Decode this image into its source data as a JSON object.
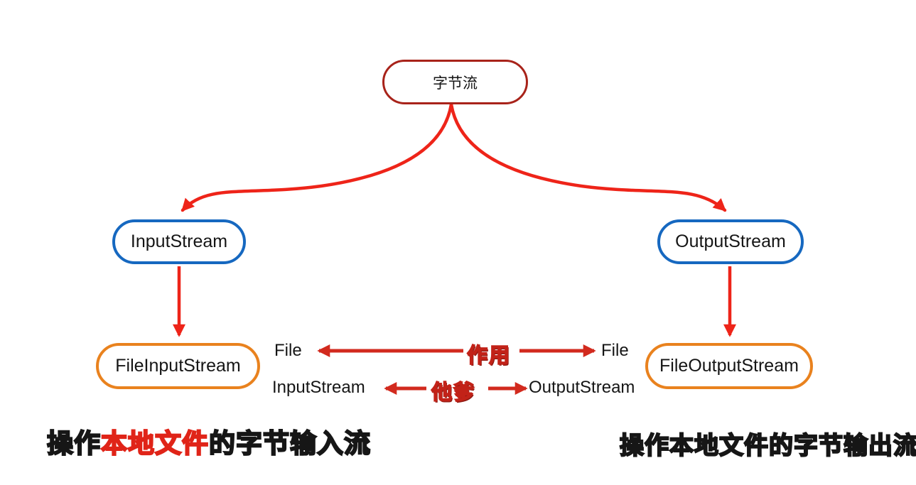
{
  "colors": {
    "root_border": "#a8231a",
    "branch_border": "#1668c0",
    "leaf_border": "#e9821e",
    "curve_arrow": "#ee2419",
    "relation_arrow": "#d22a1e",
    "relation_label": "#c42119",
    "caption_highlight": "#e02418",
    "text": "#151515"
  },
  "nodes": {
    "root": {
      "label": "字节流"
    },
    "input_stream": {
      "label": "InputStream"
    },
    "output_stream": {
      "label": "OutputStream"
    },
    "file_input_stream": {
      "label": "FileInputStream"
    },
    "file_output_stream": {
      "label": "FileOutputStream"
    }
  },
  "relations": [
    {
      "left": "File",
      "center": "作用",
      "right": "File"
    },
    {
      "left": "InputStream",
      "center": "他爹",
      "right": "OutputStream"
    }
  ],
  "captions": {
    "left_prefix": "操作",
    "left_highlight": "本地文件",
    "left_suffix": "的字节输入流",
    "right": "操作本地文件的字节输出流"
  }
}
